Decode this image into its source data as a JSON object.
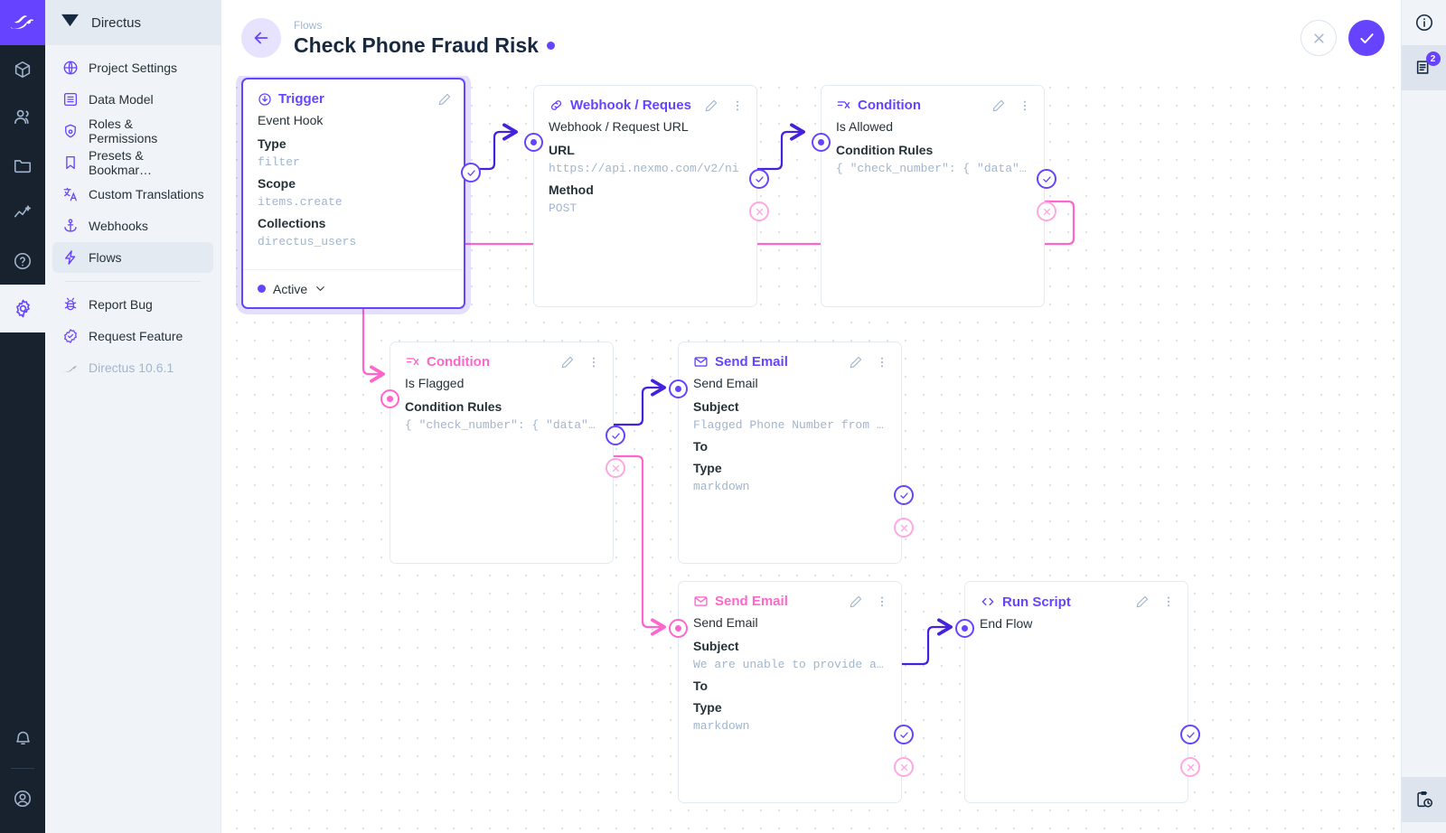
{
  "app": {
    "name": "Directus",
    "version_label": "Directus 10.6.1"
  },
  "sidebar": {
    "items": [
      {
        "label": "Project Settings",
        "icon": "globe-icon"
      },
      {
        "label": "Data Model",
        "icon": "list-box-icon"
      },
      {
        "label": "Roles & Permissions",
        "icon": "shield-icon"
      },
      {
        "label": "Presets & Bookmar…",
        "icon": "bookmark-icon"
      },
      {
        "label": "Custom Translations",
        "icon": "translate-icon"
      },
      {
        "label": "Webhooks",
        "icon": "anchor-icon"
      },
      {
        "label": "Flows",
        "icon": "bolt-icon",
        "selected": true
      }
    ],
    "secondary": [
      {
        "label": "Report Bug",
        "icon": "bug-icon"
      },
      {
        "label": "Request Feature",
        "icon": "badge-check-icon"
      }
    ]
  },
  "header": {
    "breadcrumb": "Flows",
    "title": "Check Phone Fraud Risk",
    "status_dot_color": "#6644ff",
    "cancel_label": "",
    "save_label": ""
  },
  "right_rail": {
    "notes_badge": "2"
  },
  "flow": {
    "nodes": [
      {
        "id": "trigger",
        "header": "Trigger",
        "header_icon": "trigger-icon",
        "accent": "#6644ff",
        "name": "Event Hook",
        "fields": [
          {
            "key": "Type",
            "value": "filter"
          },
          {
            "key": "Scope",
            "value": "items.create"
          },
          {
            "key": "Collections",
            "value": "directus_users"
          }
        ],
        "footer": "Active"
      },
      {
        "id": "webhook",
        "header": "Webhook / Request U",
        "header_icon": "link-icon",
        "accent": "#6644ff",
        "name": "Webhook / Request URL",
        "fields": [
          {
            "key": "URL",
            "value": "https://api.nexmo.com/v2/ni"
          },
          {
            "key": "Method",
            "value": "POST"
          }
        ]
      },
      {
        "id": "condition-allowed",
        "header": "Condition",
        "header_icon": "condition-icon",
        "accent": "#6644ff",
        "name": "Is Allowed",
        "fields": [
          {
            "key": "Condition Rules",
            "value": "{ \"check_number\": { \"data\"…"
          }
        ]
      },
      {
        "id": "condition-flagged",
        "header": "Condition",
        "header_icon": "condition-icon",
        "accent": "#ff66cc",
        "name": "Is Flagged",
        "fields": [
          {
            "key": "Condition Rules",
            "value": "{ \"check_number\": { \"data\"…"
          }
        ]
      },
      {
        "id": "send-email-flagged",
        "header": "Send Email",
        "header_icon": "mail-icon",
        "accent": "#6644ff",
        "name": "Send Email",
        "fields": [
          {
            "key": "Subject",
            "value": "Flagged Phone Number from …"
          },
          {
            "key": "To",
            "value": ""
          },
          {
            "key": "Type",
            "value": "markdown"
          }
        ]
      },
      {
        "id": "send-email-unable",
        "header": "Send Email",
        "header_icon": "mail-icon",
        "accent": "#ff66cc",
        "name": "Send Email",
        "fields": [
          {
            "key": "Subject",
            "value": "We are unable to provide a…"
          },
          {
            "key": "To",
            "value": ""
          },
          {
            "key": "Type",
            "value": "markdown"
          }
        ]
      },
      {
        "id": "run-script",
        "header": "Run Script",
        "header_icon": "code-icon",
        "accent": "#6644ff",
        "name": "End Flow",
        "fields": []
      }
    ]
  }
}
